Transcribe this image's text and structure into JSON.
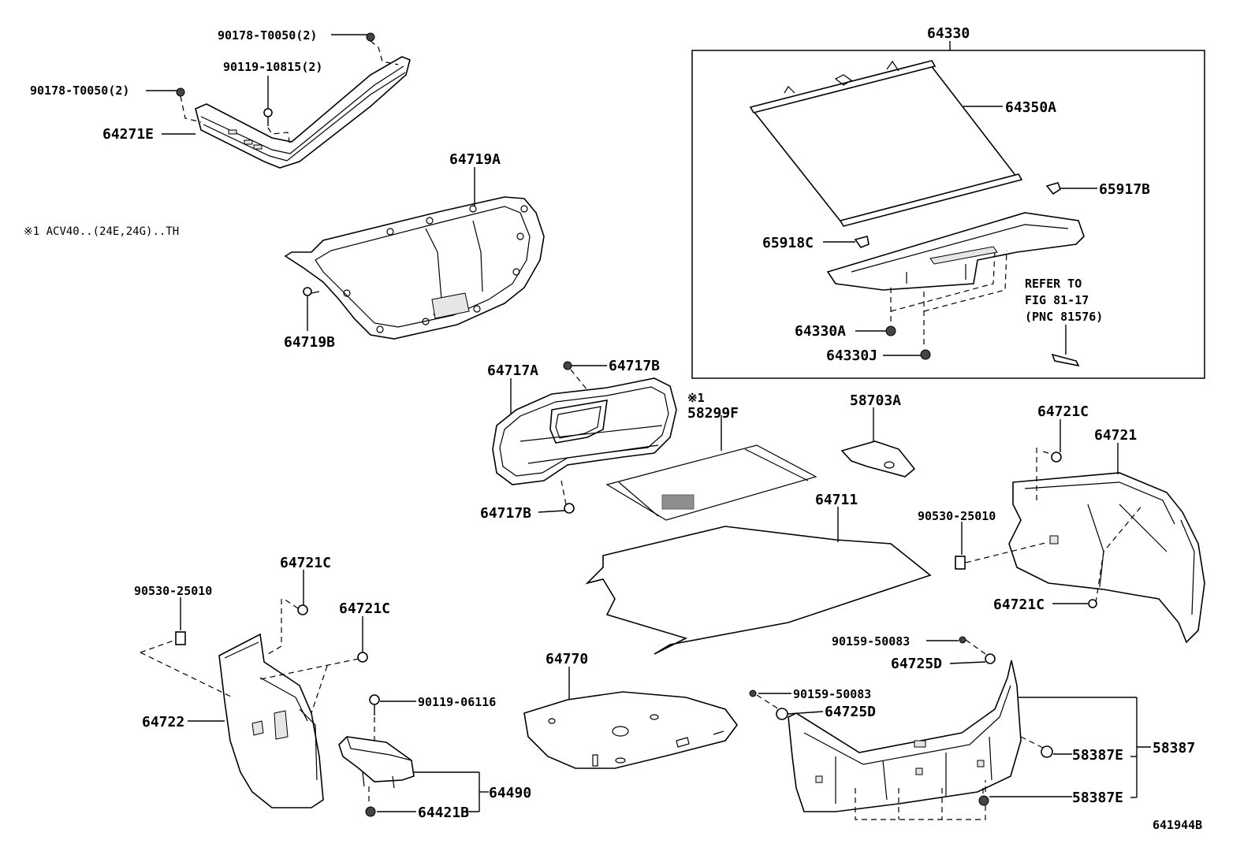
{
  "note": "※1  ACV40..(24E,24G)..TH",
  "figure_code": "641944B",
  "labels": {
    "p90178_top": "90178-T0050(2)",
    "p90119_10815": "90119-10815(2)",
    "p90178_left": "90178-T0050(2)",
    "p64271E": "64271E",
    "p64719A": "64719A",
    "p64719B": "64719B",
    "p64330": "64330",
    "p64350A": "64350A",
    "p65917B": "65917B",
    "p65918C": "65918C",
    "p64330A": "64330A",
    "p64330J": "64330J",
    "refer1": "REFER TO",
    "refer2": "FIG 81-17",
    "refer3": "(PNC 81576)",
    "p64717A": "64717A",
    "p64717B_top": "64717B",
    "p64717B_bot": "64717B",
    "mark1": "※1",
    "p58299F": "58299F",
    "p58703A": "58703A",
    "p64721C_tr": "64721C",
    "p64721": "64721",
    "p90530_r": "90530-25010",
    "p64721C_r": "64721C",
    "p64711": "64711",
    "p64721C_l1": "64721C",
    "p90530_l": "90530-25010",
    "p64721C_l2": "64721C",
    "p64722": "64722",
    "p90119_06116": "90119-06116",
    "p64490": "64490",
    "p64421B": "64421B",
    "p64770": "64770",
    "p90159_a": "90159-50083",
    "p64725D_a": "64725D",
    "p90159_b": "90159-50083",
    "p64725D_b": "64725D",
    "p58387E_a": "58387E",
    "p58387": "58387",
    "p58387E_b": "58387E"
  }
}
